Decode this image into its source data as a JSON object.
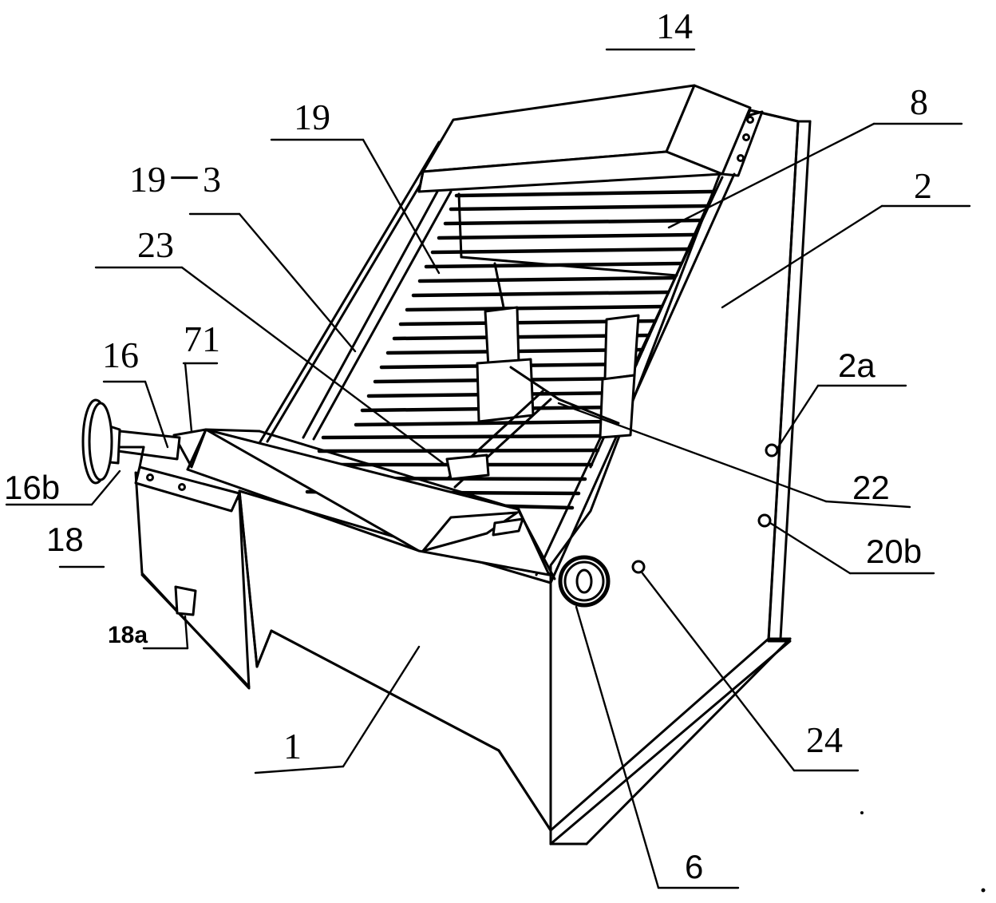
{
  "labels": {
    "l14": "14",
    "l8": "8",
    "l19": "19",
    "l19_3": "19－3",
    "l2": "2",
    "l23": "23",
    "l71": "71",
    "l16": "16",
    "l2a": "2a",
    "l16b": "16b",
    "l22": "22",
    "l18": "18",
    "l20b": "20b",
    "l18a": "18a",
    "l24": "24",
    "l1": "1",
    "l6": "6"
  }
}
